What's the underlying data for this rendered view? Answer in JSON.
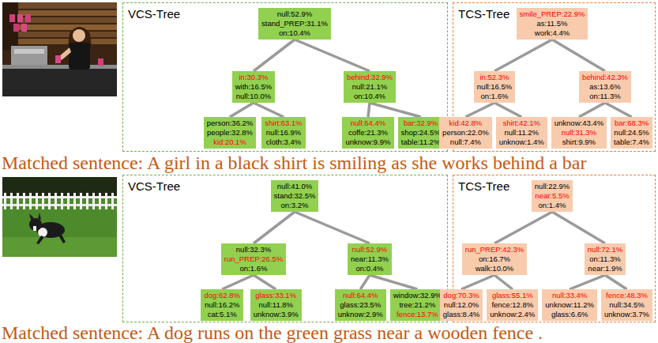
{
  "diagram": {
    "nodes": [
      {
        "text": [
          "VCS-Tree"
        ]
      },
      {
        "text": [
          "null:52.9%",
          "stand_PREP:31.1%",
          "on:10.4%"
        ],
        "in": 0
      },
      {
        "text": [
          "in:30.3%",
          "with:16.5%",
          "null:10.0%"
        ],
        "in": 0
      },
      {
        "text": [
          "behind:32.9%",
          "null:21.1%",
          "on:10.4%"
        ],
        "in": 0
      },
      {
        "text": [
          "person:36.2%",
          "people:32.8%",
          "kid:20.1%"
        ],
        "in": 0
      },
      {
        "text": [
          "shirt:63.1%",
          "null:16.9%",
          "cloth:3.4%"
        ],
        "in": 0
      },
      {
        "text": [
          "null:64.4%",
          "coffe:21.3%",
          "unknow:9.9%"
        ],
        "in": 0
      },
      {
        "text": [
          "bar:32.9%",
          "shop:24.5%",
          "table:11.2%"
        ],
        "in": 0
      },
      {
        "text": [
          "TCS-Tree"
        ]
      },
      {
        "text": [
          "smile_PREP:22.9%",
          "as:11.5%",
          "work:4.4%"
        ],
        "in": 8
      },
      {
        "text": [
          "in:52.3%",
          "null:16.5%",
          "on:1.6%"
        ],
        "in": 8
      },
      {
        "text": [
          "behind:42.3%",
          "as:13.6%",
          "on:11.3%"
        ],
        "in": 8
      },
      {
        "text": [
          "kid:42.8%",
          "person:22.0%",
          "null:7.4%"
        ],
        "in": 8
      },
      {
        "text": [
          "shirt:42.1%",
          "null:11.2%",
          "unknow:1.4%"
        ],
        "in": 8
      },
      {
        "text": [
          "unknow:43.4%",
          "null:31.3%",
          "shirt:9.9%"
        ],
        "in": 8
      },
      {
        "text": [
          "bar:68.3%",
          "null:24.5%",
          "table:7.4%"
        ],
        "in": 8
      },
      {
        "text": [
          "VCS-Tree"
        ]
      },
      {
        "text": [
          "null:41.0%",
          "stand:32.5%",
          "on:3.2%"
        ],
        "in": 16
      },
      {
        "text": [
          "null:32.3%",
          "run_PREP:26.5%",
          "on:1.6%"
        ],
        "in": 16
      },
      {
        "text": [
          "null:52.9%",
          "near:11.3%",
          "on:0.4%"
        ],
        "in": 16
      },
      {
        "text": [
          "dog:62.8%",
          "null:16.2%",
          "cat:5.1%"
        ],
        "in": 16
      },
      {
        "text": [
          "glass:33.1%",
          "null:11.8%",
          "unknow:3.9%"
        ],
        "in": 16
      },
      {
        "text": [
          "null:64.4%",
          "glass:23.5%",
          "unknow:2.9%"
        ],
        "in": 16
      },
      {
        "text": [
          "window:32.9%",
          "tree:21.2%",
          "fence:13.7%"
        ],
        "in": 16
      },
      {
        "text": [
          "TCS-Tree"
        ]
      },
      {
        "text": [
          "null:22.9%",
          "near:5.5%",
          "on:1.4%"
        ],
        "in": 24
      },
      {
        "text": [
          "run_PREP:42.3%",
          "on:16.7%",
          "walk:10.0%"
        ],
        "in": 24
      },
      {
        "text": [
          "null:72.1%",
          "on:11.3%",
          "near:1.9%"
        ],
        "in": 24
      },
      {
        "text": [
          "dog:70.3%",
          "null:12.0%",
          "glass:8.4%"
        ],
        "in": 24
      },
      {
        "text": [
          "glass:55.1%",
          "fence:12.8%",
          "unknow:2.4%"
        ],
        "in": 24
      },
      {
        "text": [
          "null:33.4%",
          "unknow:11.2%",
          "glass:6.6%"
        ],
        "in": 24
      },
      {
        "text": [
          "fence:48.3%",
          "null:34.5%",
          "unknow:3.7%"
        ],
        "in": 24
      }
    ],
    "edges": [
      {
        "from": 1,
        "to": 2,
        "arrow": "none"
      },
      {
        "from": 1,
        "to": 3,
        "arrow": "none"
      },
      {
        "from": 2,
        "to": 4,
        "arrow": "none"
      },
      {
        "from": 2,
        "to": 5,
        "arrow": "none"
      },
      {
        "from": 3,
        "to": 6,
        "arrow": "none"
      },
      {
        "from": 3,
        "to": 7,
        "arrow": "none"
      },
      {
        "from": 9,
        "to": 10,
        "arrow": "none"
      },
      {
        "from": 9,
        "to": 11,
        "arrow": "none"
      },
      {
        "from": 10,
        "to": 12,
        "arrow": "none"
      },
      {
        "from": 10,
        "to": 13,
        "arrow": "none"
      },
      {
        "from": 11,
        "to": 14,
        "arrow": "none"
      },
      {
        "from": 11,
        "to": 15,
        "arrow": "none"
      },
      {
        "from": 17,
        "to": 18,
        "arrow": "none"
      },
      {
        "from": 17,
        "to": 19,
        "arrow": "none"
      },
      {
        "from": 18,
        "to": 20,
        "arrow": "none"
      },
      {
        "from": 18,
        "to": 21,
        "arrow": "none"
      },
      {
        "from": 19,
        "to": 22,
        "arrow": "none"
      },
      {
        "from": 19,
        "to": 23,
        "arrow": "none"
      },
      {
        "from": 25,
        "to": 26,
        "arrow": "none"
      },
      {
        "from": 25,
        "to": 27,
        "arrow": "none"
      },
      {
        "from": 26,
        "to": 28,
        "arrow": "none"
      },
      {
        "from": 26,
        "to": 29,
        "arrow": "none"
      },
      {
        "from": 27,
        "to": 30,
        "arrow": "none"
      },
      {
        "from": 27,
        "to": 31,
        "arrow": "none"
      }
    ],
    "labels": [
      "Matched sentence: A girl in a black shirt is smiling as she works behind a bar",
      "Matched sentence: A dog runs on the green grass near a wooden fence ."
    ]
  }
}
